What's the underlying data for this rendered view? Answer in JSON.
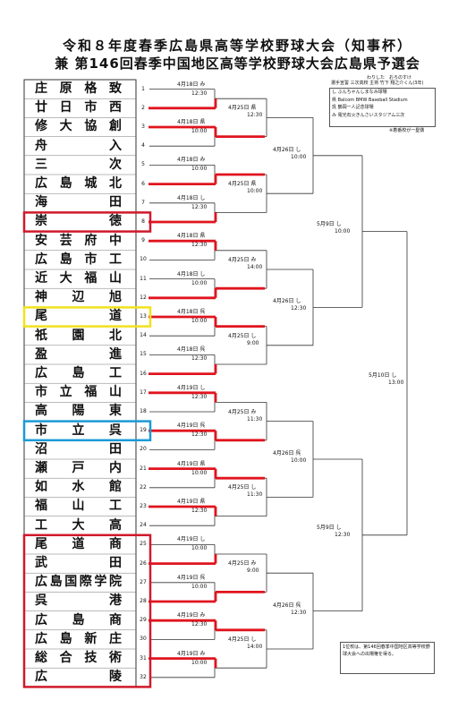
{
  "title_line1": "令和８年度春季広島県高等学校野球大会（知事杯）",
  "title_line2": "兼 第146回春季中国地区高等学校野球大会広島県予選会",
  "organizer_ruby": "わりした　おろのすけ",
  "organizer": "選手宣誓  三次高校 主将  竹下  翔之介くん(3年)",
  "venues": [
    "し ぶんちゃんしまなみ球場",
    "県 Balcom BMW Baseball  Stadium",
    "呉 鶴岡一人記念球場",
    "み 電光石火きんさいスタジアム三次"
  ],
  "venue_note": "※着番校が一塁側",
  "note": "1位校は、第146回春季中国地区高等学校野球大会への出場権を得る。",
  "teams": [
    {
      "no": "1",
      "name": "庄原格致"
    },
    {
      "no": "2",
      "name": "廿日市西"
    },
    {
      "no": "3",
      "name": "修大協創"
    },
    {
      "no": "4",
      "name": "舟　　入"
    },
    {
      "no": "5",
      "name": "三　　次"
    },
    {
      "no": "6",
      "name": "広島城北"
    },
    {
      "no": "7",
      "name": "海　　田"
    },
    {
      "no": "8",
      "name": "崇　　徳"
    },
    {
      "no": "9",
      "name": "安芸府中"
    },
    {
      "no": "10",
      "name": "広島市工"
    },
    {
      "no": "11",
      "name": "近大福山"
    },
    {
      "no": "12",
      "name": "神辺旭"
    },
    {
      "no": "13",
      "name": "尾　　道"
    },
    {
      "no": "14",
      "name": "祇園北"
    },
    {
      "no": "15",
      "name": "盈　　進"
    },
    {
      "no": "16",
      "name": "広島工"
    },
    {
      "no": "17",
      "name": "市立福山"
    },
    {
      "no": "18",
      "name": "高陽東"
    },
    {
      "no": "19",
      "name": "市立呉"
    },
    {
      "no": "20",
      "name": "沼　　田"
    },
    {
      "no": "21",
      "name": "瀬戸内"
    },
    {
      "no": "22",
      "name": "如水館"
    },
    {
      "no": "23",
      "name": "福山工"
    },
    {
      "no": "24",
      "name": "工大高"
    },
    {
      "no": "25",
      "name": "尾道商"
    },
    {
      "no": "26",
      "name": "武　　田"
    },
    {
      "no": "27",
      "name": "広島国際学院"
    },
    {
      "no": "28",
      "name": "呉　　港"
    },
    {
      "no": "29",
      "name": "広島商"
    },
    {
      "no": "30",
      "name": "広島新庄"
    },
    {
      "no": "31",
      "name": "総合技術"
    },
    {
      "no": "32",
      "name": "広　　陵"
    }
  ],
  "round1": [
    {
      "date": "4月18日 み",
      "time": "12:30"
    },
    {
      "date": "4月18日 県",
      "time": "10:00"
    },
    {
      "date": "4月18日 み",
      "time": "10:00"
    },
    {
      "date": "4月18日 し",
      "time": "12:30"
    },
    {
      "date": "4月18日 県",
      "time": "12:30"
    },
    {
      "date": "4月18日 し",
      "time": "10:00"
    },
    {
      "date": "4月18日 呉",
      "time": "10:00"
    },
    {
      "date": "4月18日 呉",
      "time": "12:30"
    },
    {
      "date": "4月19日 し",
      "time": "12:30"
    },
    {
      "date": "4月19日 呉",
      "time": "12:30"
    },
    {
      "date": "4月19日 県",
      "time": "10:00"
    },
    {
      "date": "4月19日 県",
      "time": "12:30"
    },
    {
      "date": "4月19日 し",
      "time": "10:00"
    },
    {
      "date": "4月19日 呉",
      "time": "10:00"
    },
    {
      "date": "4月19日 み",
      "time": "12:30"
    },
    {
      "date": "4月19日 み",
      "time": "10:00"
    }
  ],
  "round2": [
    {
      "date": "4月25日 県",
      "time": "12:30"
    },
    {
      "date": "4月25日 県",
      "time": "10:00"
    },
    {
      "date": "4月25日 み",
      "time": "14:00"
    },
    {
      "date": "4月25日 し",
      "time": "9:00"
    },
    {
      "date": "4月25日 み",
      "time": "11:30"
    },
    {
      "date": "4月25日 し",
      "time": "11:30"
    },
    {
      "date": "4月25日 み",
      "time": "9:00"
    },
    {
      "date": "4月25日 し",
      "time": "14:00"
    }
  ],
  "round3": [
    {
      "date": "4月26日 し",
      "time": "10:00"
    },
    {
      "date": "4月26日 し",
      "time": "12:30"
    },
    {
      "date": "4月26日 呉",
      "time": "10:00"
    },
    {
      "date": "4月26日 呉",
      "time": "12:30"
    }
  ],
  "semis": [
    {
      "date": "5月9日 し",
      "time": "10:00"
    },
    {
      "date": "5月9日 し",
      "time": "12:30"
    }
  ],
  "final": {
    "date": "5月10日 し",
    "time": "13:00"
  },
  "colors": {
    "win": "#e0141e",
    "highlight_red": "#d0192a",
    "highlight_yellow": "#f2e21c",
    "highlight_blue": "#1a9ad6",
    "line": "#333333"
  }
}
